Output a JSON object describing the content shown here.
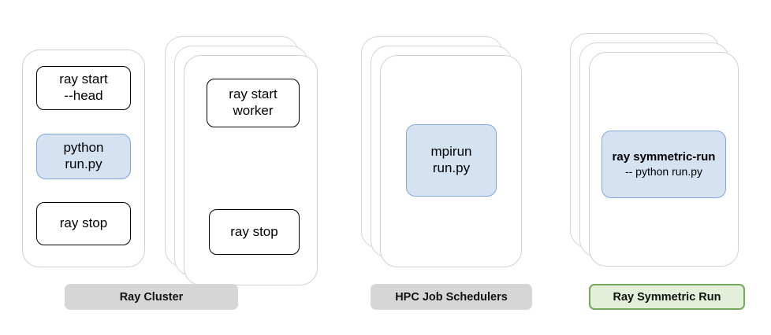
{
  "diagram": {
    "title": "Ray Symmetric Run vs Ray Cluster vs HPC Job Schedulers",
    "colors": {
      "card_fill": "#ffffff",
      "card_border": "#d4d4d4",
      "command_border": "#000000",
      "highlight_fill": "#d5e2f2",
      "highlight_border": "#7ea6dd",
      "label_gray_fill": "#d6d6d6",
      "label_green_fill": "#e3efd9",
      "label_green_border": "#74a959"
    },
    "groups": [
      {
        "id": "ray-cluster",
        "label": "Ray Cluster",
        "label_style": "gray",
        "stacks": [
          {
            "id": "head-node",
            "card_count": 1,
            "commands": [
              {
                "id": "ray-start-head",
                "style": "plain",
                "lines": [
                  "ray start",
                  "--head"
                ]
              },
              {
                "id": "python-run-py",
                "style": "blue",
                "lines": [
                  "python",
                  "run.py"
                ]
              },
              {
                "id": "ray-stop-head",
                "style": "plain",
                "lines": [
                  "ray stop"
                ]
              }
            ]
          },
          {
            "id": "worker-nodes",
            "card_count": 3,
            "commands": [
              {
                "id": "ray-start-worker",
                "style": "plain",
                "lines": [
                  "ray start",
                  "worker"
                ]
              },
              {
                "id": "ray-stop-worker",
                "style": "plain",
                "lines": [
                  "ray stop"
                ]
              }
            ]
          }
        ]
      },
      {
        "id": "hpc-job-schedulers",
        "label": "HPC Job Schedulers",
        "label_style": "gray",
        "stacks": [
          {
            "id": "hpc-nodes",
            "card_count": 3,
            "commands": [
              {
                "id": "mpirun-run-py",
                "style": "blue",
                "lines": [
                  "mpirun",
                  "run.py"
                ]
              }
            ]
          }
        ]
      },
      {
        "id": "ray-symmetric-run",
        "label": "Ray Symmetric Run",
        "label_style": "green",
        "stacks": [
          {
            "id": "symmetric-nodes",
            "card_count": 3,
            "commands": [
              {
                "id": "ray-symmetric-run-cmd",
                "style": "blue",
                "lines": [
                  "ray symmetric-run",
                  "-- python run.py"
                ],
                "emphasis": [
                  "bold",
                  "sub"
                ]
              }
            ]
          }
        ]
      }
    ]
  },
  "text": {
    "ray_start_head_l1": "ray start",
    "ray_start_head_l2": "--head",
    "python_run_l1": "python",
    "python_run_l2": "run.py",
    "ray_stop_head": "ray stop",
    "ray_start_worker_l1": "ray start",
    "ray_start_worker_l2": "worker",
    "ray_stop_worker": "ray stop",
    "mpirun_l1": "mpirun",
    "mpirun_l2": "run.py",
    "symmetric_l1": "ray symmetric-run",
    "symmetric_l2": "-- python run.py",
    "label_ray_cluster": "Ray Cluster",
    "label_hpc": "HPC Job Schedulers",
    "label_symmetric": "Ray Symmetric Run"
  }
}
